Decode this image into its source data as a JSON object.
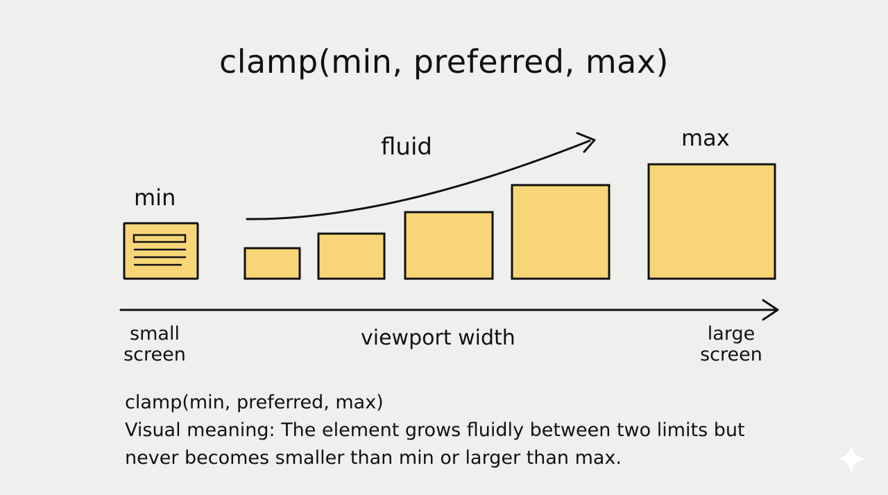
{
  "title": "clamp(min, preferred, max)",
  "labels": {
    "min": "min",
    "fluid": "fluid",
    "max": "max"
  },
  "axis": {
    "left_line1": "small",
    "left_line2": "screen",
    "center": "viewport width",
    "right_line1": "large",
    "right_line2": "screen"
  },
  "note": {
    "line1": "clamp(min, preferred, max)",
    "line2": "Visual meaning: The element grows fluidly between two limits but",
    "line3": "never becomes smaller than min or larger than max."
  },
  "colors": {
    "box_fill": "#f8d678",
    "stroke": "#111111",
    "background": "#efefee"
  },
  "icons": {
    "corner": "sparkle-icon"
  }
}
